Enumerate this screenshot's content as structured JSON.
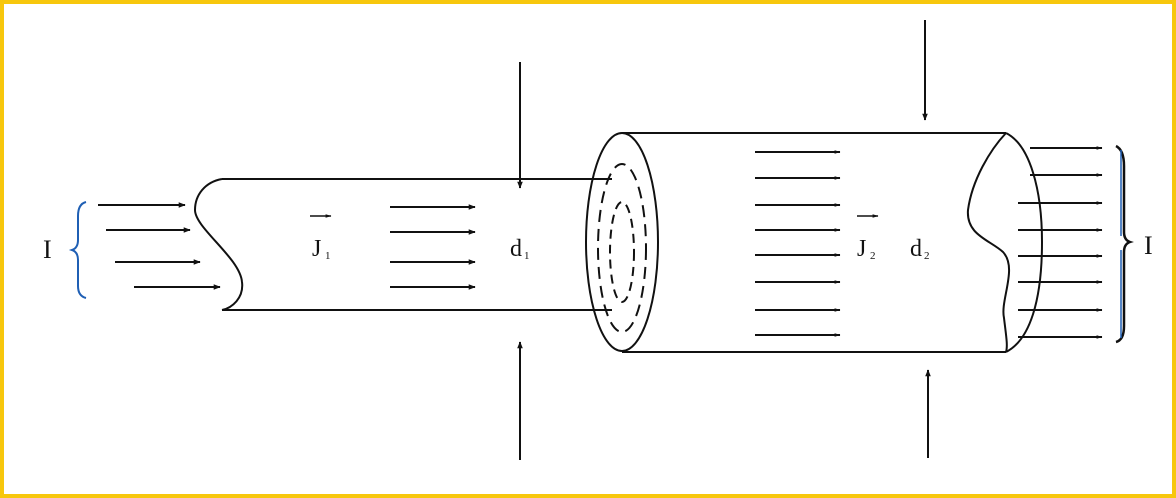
{
  "colors": {
    "frame": "#f7c70d",
    "line": "#111111",
    "brace": "#1f5fb4"
  },
  "labels": {
    "current_left": "I",
    "current_right": "I",
    "J1": "J",
    "J1_sub": "1",
    "J2": "J",
    "J2_sub": "2",
    "d1": "d",
    "d1_sub": "1",
    "d2": "d",
    "d2_sub": "2"
  }
}
